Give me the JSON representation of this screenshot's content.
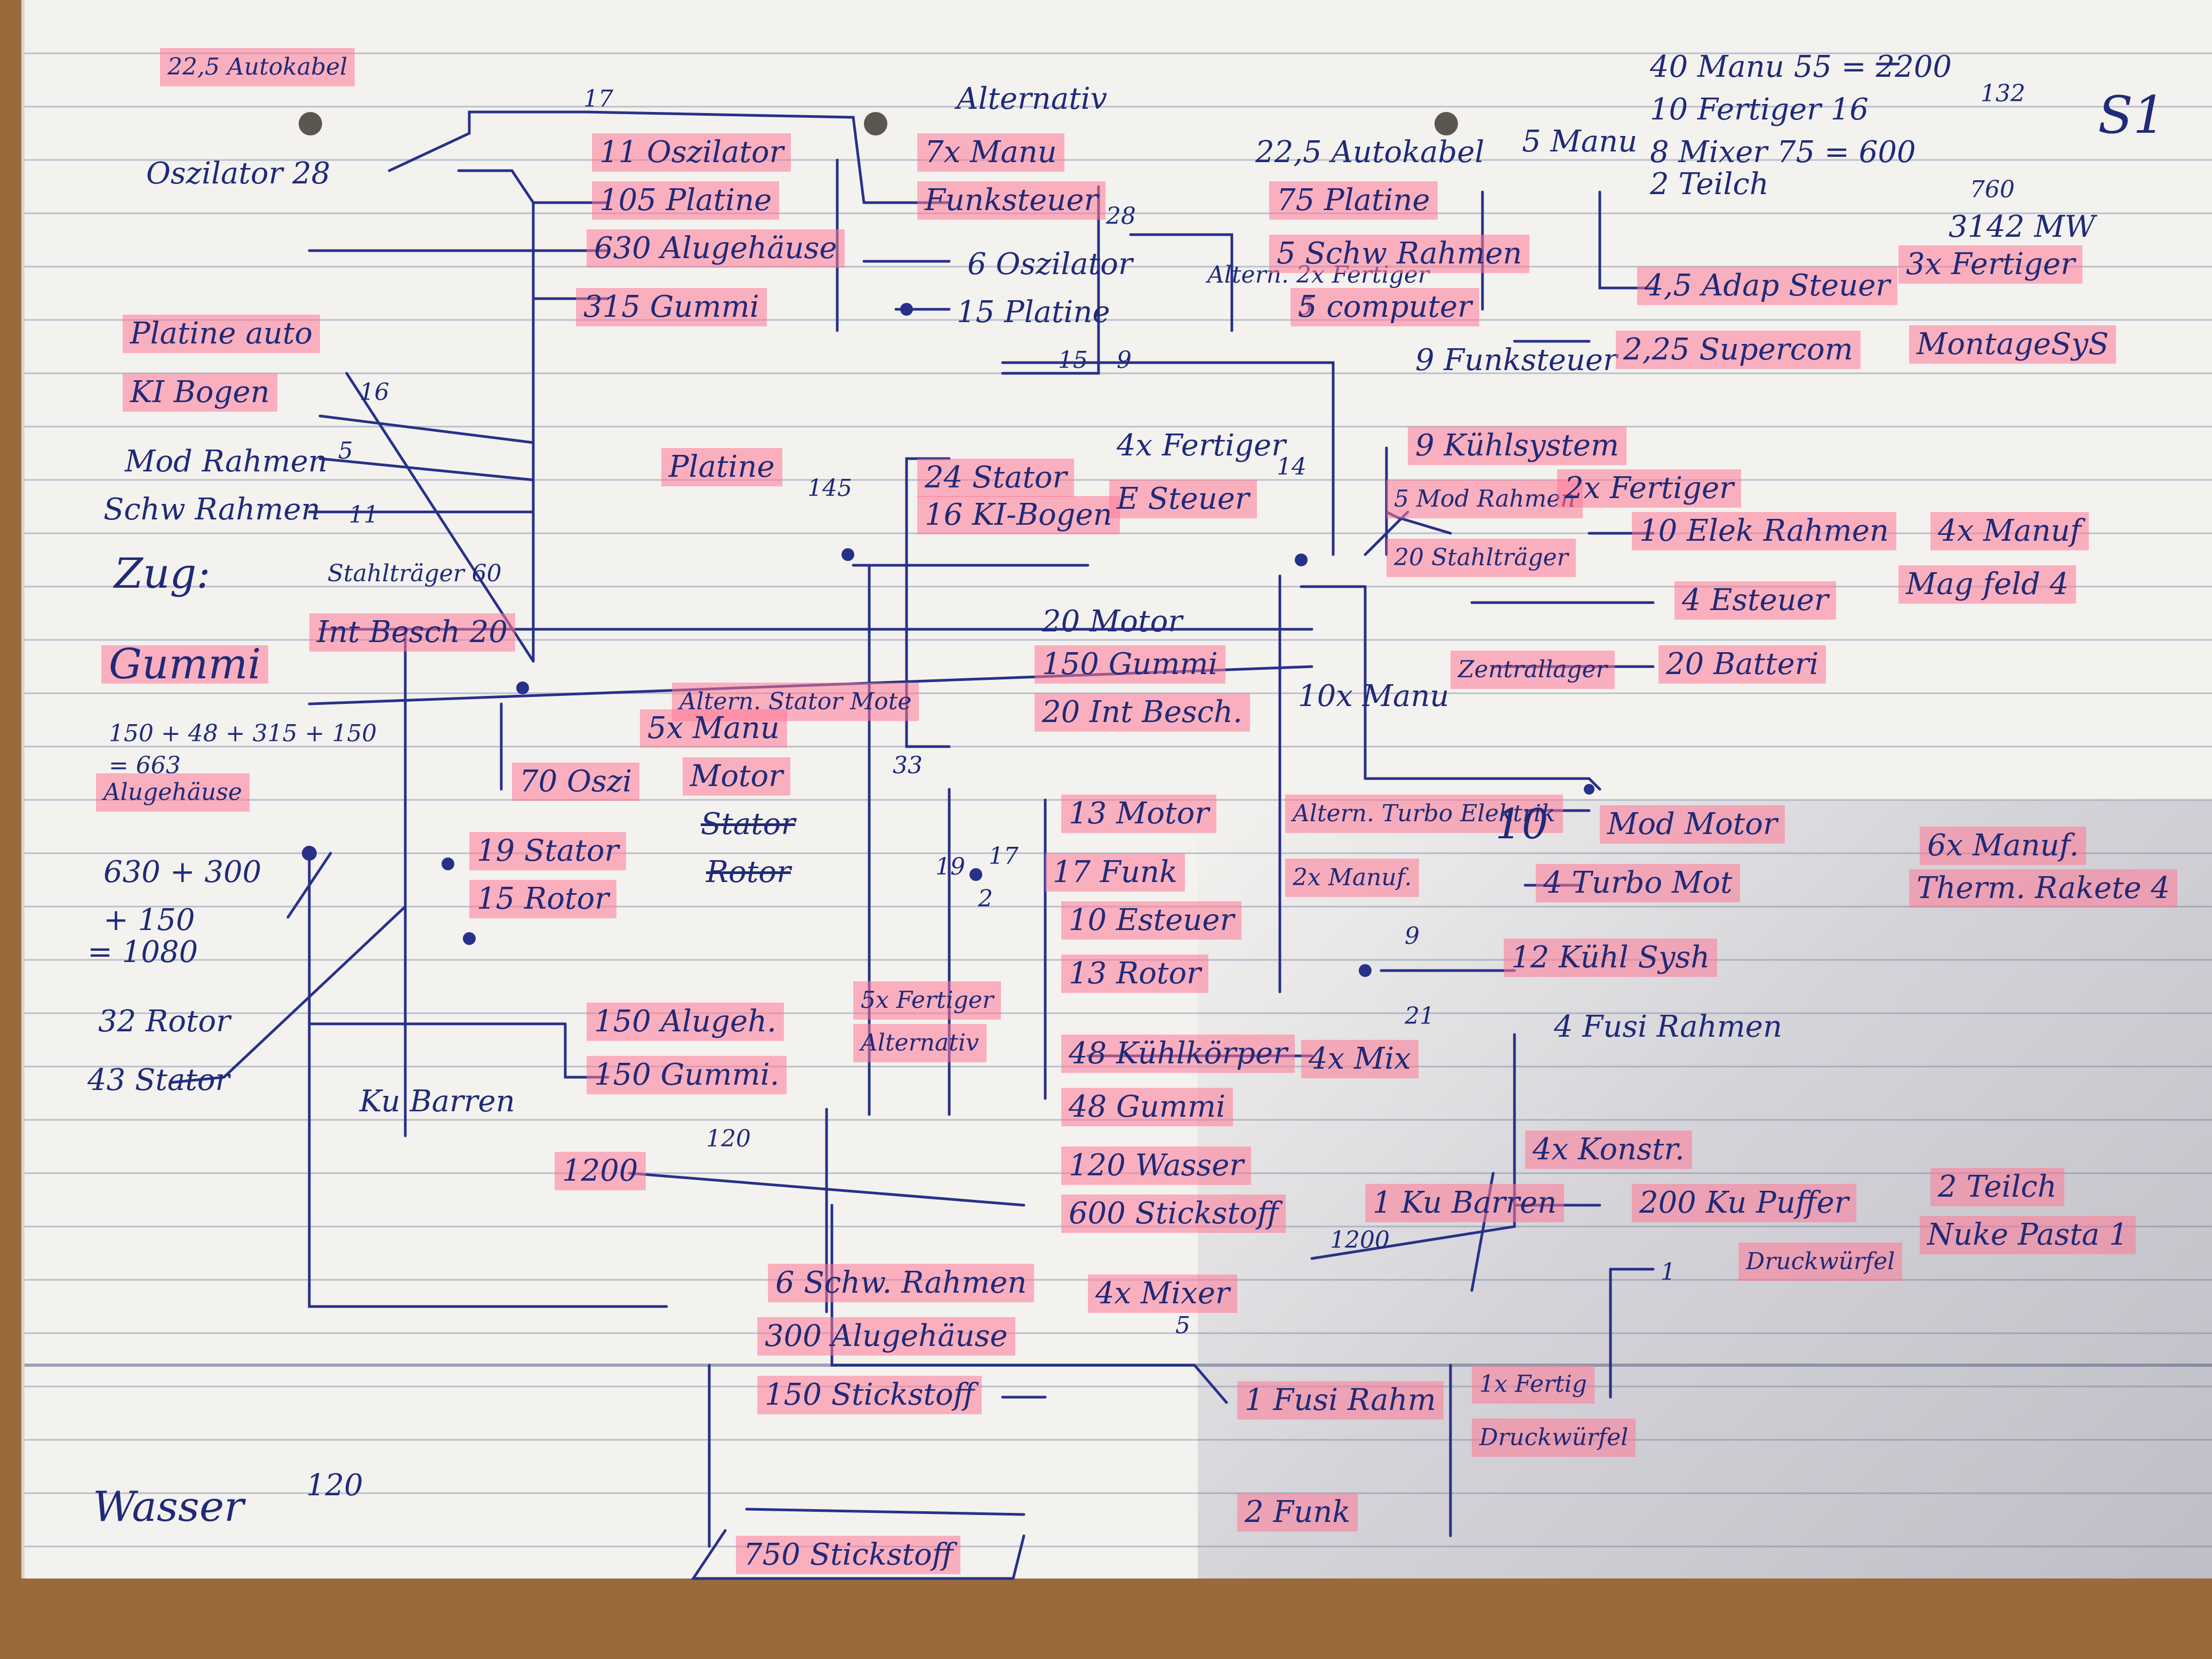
{
  "colors": {
    "ink": "#1f2a78",
    "highlight": "#ff7896",
    "paper": "#f4f2ef",
    "table": "#9a6a3c"
  },
  "notes": {
    "top_left": "22,5 Autokabel",
    "zug": "Zug:",
    "gummi": "Gummi",
    "sum1_a": "150 + 48 + 315 + 150",
    "sum1_b": "= 663",
    "sum1_c": "Alugehäuse",
    "sum2_a": "630 + 300",
    "sum2_b": "+ 150",
    "sum2_c": "= 1080",
    "rotor32": "32 Rotor",
    "stator43": "43 Stator",
    "kubarren_left": "Ku Barren",
    "wasser": "Wasser",
    "wasser_val": "120"
  },
  "summary": {
    "r1": "40 Manu 55 = 2200",
    "r2": "10 Fertiger 16",
    "r3": "8 Mixer 75 = 600",
    "r4": "2 Teilch",
    "m1": "132",
    "m2": "760",
    "m3": "3142 MW",
    "s1": "S1"
  },
  "left_inputs": {
    "oszilator": "Oszilator 28",
    "platine_auto": "Platine auto",
    "ki_bogen": "KI Bogen",
    "ki_val": "16",
    "mod_rahmen": "Mod Rahmen",
    "mod_val": "5",
    "schw_rahmen": "Schw Rahmen",
    "schw_val": "11",
    "stahltraeger": "Stahlträger 60",
    "int_besch": "Int Besch 20"
  },
  "col1": {
    "v17": "17",
    "osz": "11 Oszilator",
    "platine": "105 Platine",
    "alu": "630 Alugehäuse",
    "gummi": "315 Gummi",
    "platine2": "Platine",
    "v145": "145",
    "oszi70": "70 Oszi",
    "stator19": "19 Stator",
    "rotor15": "15 Rotor",
    "alu150": "150 Alugeh.",
    "gum150": "150 Gummi.",
    "v120": "120",
    "v1200": "1200",
    "alt_label": "Altern. Stator Mote",
    "manu5": "5x Manu",
    "motor": "Motor",
    "stator_x": "Stator",
    "rotor_x": "Rotor",
    "v33": "33"
  },
  "col2": {
    "alternativ": "Alternativ",
    "manu7": "7x Manu",
    "funksteuer": "Funksteuer",
    "v28": "28",
    "osz6": "6 Oszilator",
    "plat15": "15 Platine",
    "alt_box": "Altern. 2x Fertiger",
    "v15": "15",
    "v9": "9",
    "v5": "5",
    "fertiger4": "4x Fertiger",
    "stator24": "24 Stator",
    "ki16": "16 KI-Bogen",
    "esteuer": "E Steuer",
    "v14": "14",
    "motor20": "20 Motor",
    "gummi150": "150 Gummi",
    "int20": "20 Int Besch.",
    "manu10": "10x Manu",
    "motor13": "13 Motor",
    "funk17": "17 Funk",
    "v19": "19",
    "v17b": "17",
    "v2": "2",
    "es10": "10 Esteuer",
    "rotor13": "13 Rotor",
    "alt_turbo": "Altern. Turbo Elektrik",
    "manu2": "2x Manuf.",
    "fert5": "5x Fertiger",
    "fert5_alt": "Alternativ",
    "kuehl48": "48 Kühlkörper",
    "gum48": "48 Gummi",
    "wasser120": "120 Wasser",
    "stick600": "600 Stickstoff",
    "mix4": "4x Mix"
  },
  "col3": {
    "autokab": "22,5 Autokabel",
    "plat75": "75 Platine",
    "schwr5": "5 Schw Rahmen",
    "computer": "5 computer",
    "funks9": "9 Funksteuer",
    "kuehl9": "9 Kühlsystem",
    "modr5": "5 Mod Rahmen",
    "fert2": "2x Fertiger",
    "stahl20": "20 Stahlträger",
    "manu5b": "5 Manu",
    "v9b": "9",
    "v21": "21",
    "kubarren": "1 Ku Barren",
    "v1200b": "1200",
    "konstr": "4x Konstr.",
    "mixer4": "4x Mixer",
    "v5b": "5",
    "fusi1": "1 Fusi Rahm",
    "funk2": "2 Funk",
    "fert1": "1x Fertig",
    "druck": "Druckwürfel",
    "schw6": "6 Schw. Rahmen",
    "alu300": "300 Alugehäuse",
    "stick150": "150 Stickstoff",
    "stick750": "750 Stickstoff",
    "mod10": "10",
    "mod_motor": "Mod Motor",
    "turbo4": "4 Turbo Mot",
    "kuehl12": "12 Kühl Sysh",
    "fusi4": "4 Fusi Rahmen",
    "v1": "1"
  },
  "col4": {
    "adap": "4,5 Adap Steuer",
    "supercom": "2,25 Supercom",
    "elek": "10 Elek Rahmen",
    "es4": "4 Esteuer",
    "zentral": "Zentrallager",
    "batt": "20 Batteri",
    "kupuffer": "200 Ku Puffer",
    "druckw": "Druckwürfel"
  },
  "col5": {
    "fert3": "3x Fertiger",
    "montage": "MontageSyS",
    "manuf4": "4x Manuf",
    "magfeld": "Mag feld 4",
    "manuf6": "6x Manuf.",
    "therm": "Therm. Rakete 4",
    "teilch": "2 Teilch",
    "nuke": "Nuke Pasta 1"
  }
}
